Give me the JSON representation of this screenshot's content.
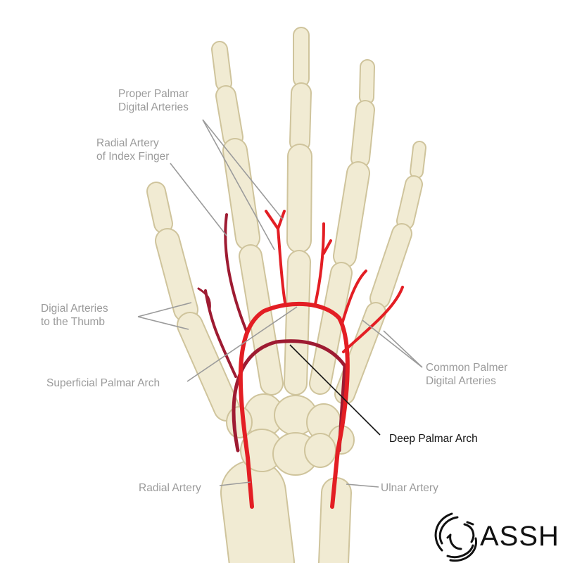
{
  "labels": {
    "proper_palmar": [
      "Proper Palmar",
      "Digital Arteries"
    ],
    "radial_index": [
      "Radial Artery",
      "of Index Finger"
    ],
    "thumb": [
      "Digial Arteries",
      "to the Thumb"
    ],
    "superficial_arch": "Superficial Palmar Arch",
    "common_palmer": [
      "Common Palmer",
      "Digital Arteries"
    ],
    "deep_arch": "Deep Palmar Arch",
    "radial_artery": "Radial Artery",
    "ulnar_artery": "Ulnar Artery"
  },
  "logo": {
    "text": "ASSH"
  },
  "colors": {
    "artery": "#e31e24",
    "deep_arch": "#9e1b32",
    "bone": "#f1ebd3",
    "label": "#9b9b9b"
  }
}
